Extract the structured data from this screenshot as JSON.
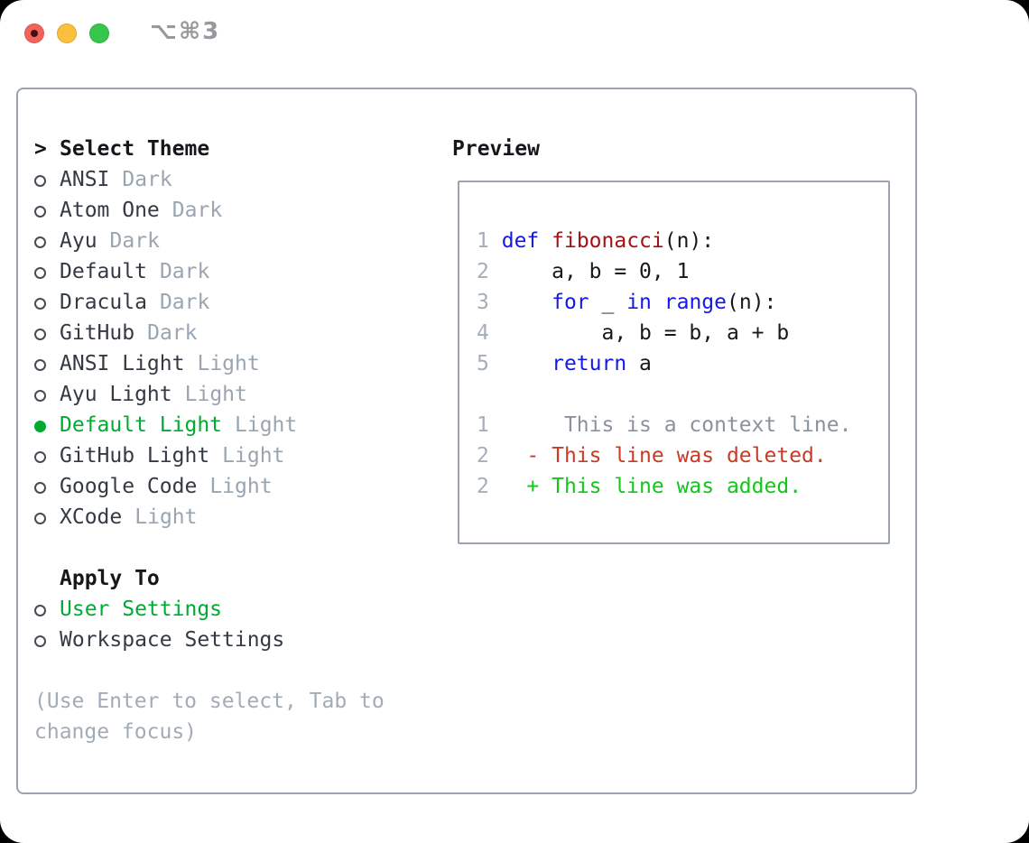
{
  "titlebar": {
    "shortcut": "⌥⌘3"
  },
  "panel": {
    "theme_section": {
      "pointer": ">",
      "title": "Select Theme",
      "items": [
        {
          "name": "ANSI",
          "variant": "Dark",
          "selected": false
        },
        {
          "name": "Atom One",
          "variant": "Dark",
          "selected": false
        },
        {
          "name": "Ayu",
          "variant": "Dark",
          "selected": false
        },
        {
          "name": "Default",
          "variant": "Dark",
          "selected": false
        },
        {
          "name": "Dracula",
          "variant": "Dark",
          "selected": false
        },
        {
          "name": "GitHub",
          "variant": "Dark",
          "selected": false
        },
        {
          "name": "ANSI Light",
          "variant": "Light",
          "selected": false
        },
        {
          "name": "Ayu Light",
          "variant": "Light",
          "selected": false
        },
        {
          "name": "Default Light",
          "variant": "Light",
          "selected": true
        },
        {
          "name": "GitHub Light",
          "variant": "Light",
          "selected": false
        },
        {
          "name": "Google Code",
          "variant": "Light",
          "selected": false
        },
        {
          "name": "XCode",
          "variant": "Light",
          "selected": false
        }
      ]
    },
    "apply_section": {
      "title": "Apply To",
      "options": [
        {
          "label": "User Settings",
          "selected": true
        },
        {
          "label": "Workspace Settings",
          "selected": false
        }
      ]
    },
    "help": {
      "line1": "(Use Enter to select, Tab to",
      "line2": "change focus)"
    },
    "preview": {
      "title": "Preview",
      "code_lines": [
        {
          "num": "1",
          "tokens": [
            {
              "c": "pl",
              "t": " "
            },
            {
              "c": "kw",
              "t": "def"
            },
            {
              "c": "pl",
              "t": " "
            },
            {
              "c": "fn",
              "t": "fibonacci"
            },
            {
              "c": "pl",
              "t": "(n):"
            }
          ]
        },
        {
          "num": "2",
          "tokens": [
            {
              "c": "pl",
              "t": "     a, b = 0, 1"
            }
          ]
        },
        {
          "num": "3",
          "tokens": [
            {
              "c": "pl",
              "t": "     "
            },
            {
              "c": "kw",
              "t": "for"
            },
            {
              "c": "pl",
              "t": " _ "
            },
            {
              "c": "kw",
              "t": "in"
            },
            {
              "c": "pl",
              "t": " "
            },
            {
              "c": "kw",
              "t": "range"
            },
            {
              "c": "pl",
              "t": "(n):"
            }
          ]
        },
        {
          "num": "4",
          "tokens": [
            {
              "c": "pl",
              "t": "         a, b = b, a + b"
            }
          ]
        },
        {
          "num": "5",
          "tokens": [
            {
              "c": "pl",
              "t": "     "
            },
            {
              "c": "kw",
              "t": "return"
            },
            {
              "c": "pl",
              "t": " a"
            }
          ]
        }
      ],
      "diff_lines": [
        {
          "num": "1",
          "kind": "context",
          "text": "      This is a context line."
        },
        {
          "num": "2",
          "kind": "deleted",
          "text": "   - This line was deleted."
        },
        {
          "num": "2",
          "kind": "added",
          "text": "   + This line was added."
        }
      ]
    }
  },
  "colors": {
    "accent_green": "#00aa33",
    "added_green": "#13c51c",
    "deleted_red": "#c93a27",
    "context_gray": "#8b929c",
    "keyword_blue": "#1418e8",
    "function_red": "#a31212",
    "muted_variant_gray": "#9aa5b2",
    "help_gray": "#a2abb6",
    "border_gray": "#9ba3ae",
    "traffic_red": "#f4635b",
    "traffic_yellow": "#fcbe3d",
    "traffic_green": "#36c64c"
  }
}
